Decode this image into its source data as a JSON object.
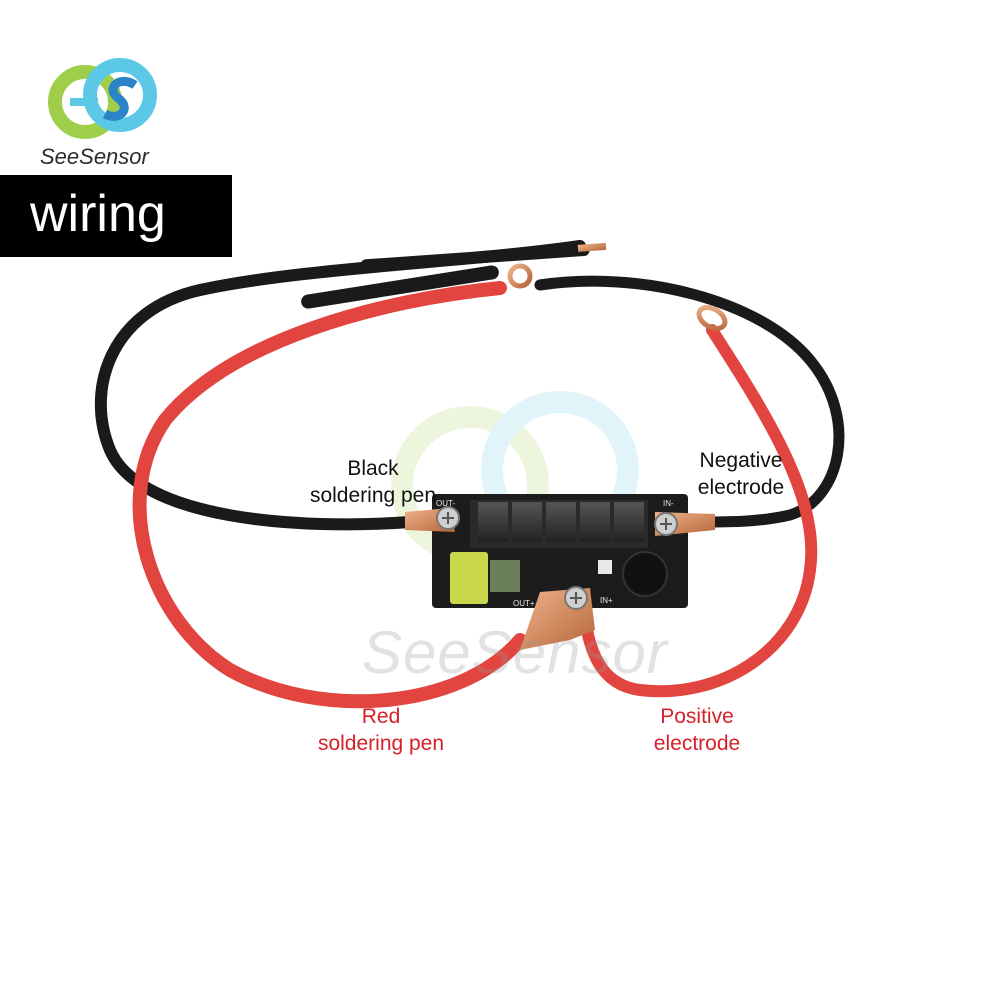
{
  "brand": {
    "name": "SeeSensor",
    "logo_icon": "ss-logo-icon",
    "colors": {
      "cyan": "#5bc8e8",
      "green": "#9fcf4a",
      "blue": "#2b84c7"
    }
  },
  "banner": {
    "text": "wiring"
  },
  "labels": {
    "black_pen": [
      "Black",
      "soldering pen"
    ],
    "negative": [
      "Negative",
      "electrode"
    ],
    "red_pen": [
      "Red",
      "soldering pen"
    ],
    "positive": [
      "Positive",
      "electrode"
    ]
  },
  "board": {
    "out_minus": "OUT-",
    "in_minus": "IN-",
    "out_plus": "OUT+",
    "in_plus": "IN+"
  },
  "watermark": "SeeSensor",
  "colors": {
    "label_black": "#111111",
    "label_red": "#d8202a",
    "wire_red": "#e2453f",
    "wire_black": "#1a1a1a",
    "pcb": "#1c1c1c"
  }
}
